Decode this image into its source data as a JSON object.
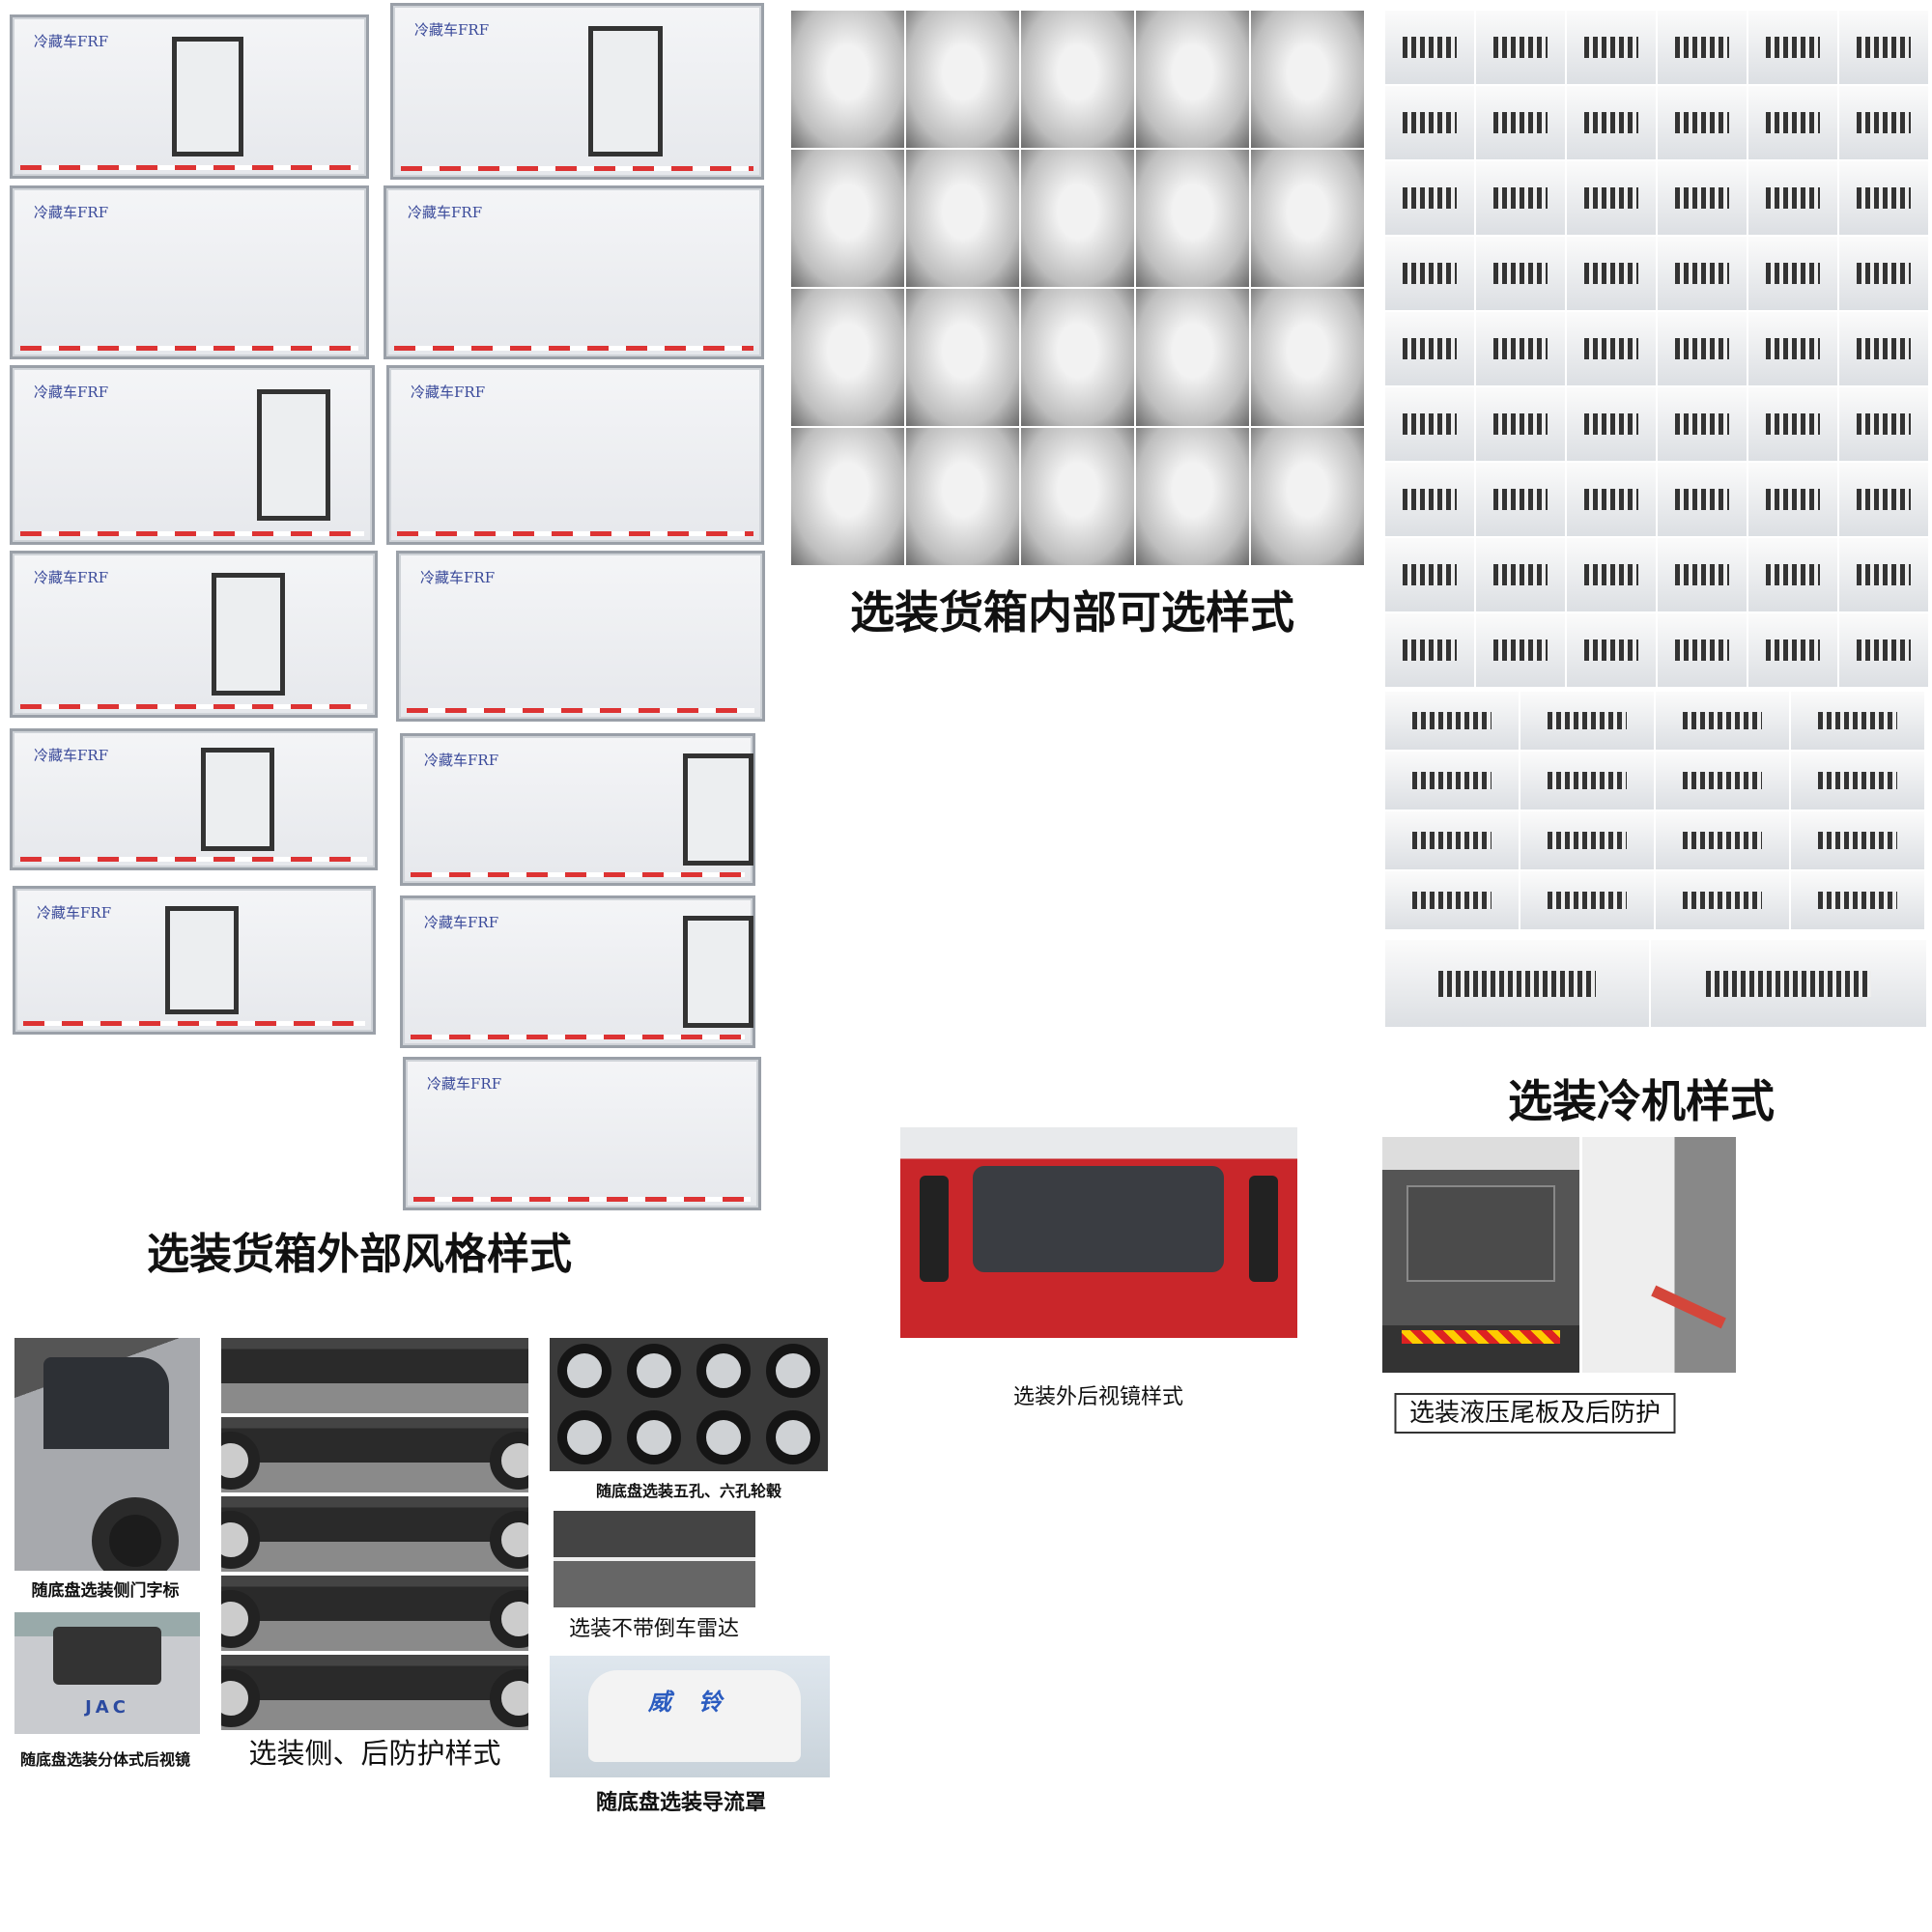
{
  "panel_label": "冷藏车FRF",
  "sections": {
    "exterior_title": "选装货箱外部风格样式",
    "interior_title": "选装货箱内部可选样式",
    "cooling_title": "选装冷机样式",
    "mirror_caption": "选装外后视镜样式",
    "tailgate_caption": "选装液压尾板及后防护",
    "side_badge_caption": "随底盘选装侧门字标",
    "split_mirror_caption": "随底盘选装分体式后视镜",
    "side_rear_guard_caption": "选装侧、后防护样式",
    "wheel_hub_caption": "随底盘选装五孔、六孔轮毂",
    "no_radar_caption": "选装不带倒车雷达",
    "deflector_caption": "随底盘选装导流罩"
  },
  "photo_text": {
    "jac": "JAC",
    "deflector_brand": "威 铃"
  },
  "colors": {
    "stripe_red": "#d33333",
    "label_blue": "#3a4a9a",
    "cab_red": "#c0282a"
  }
}
